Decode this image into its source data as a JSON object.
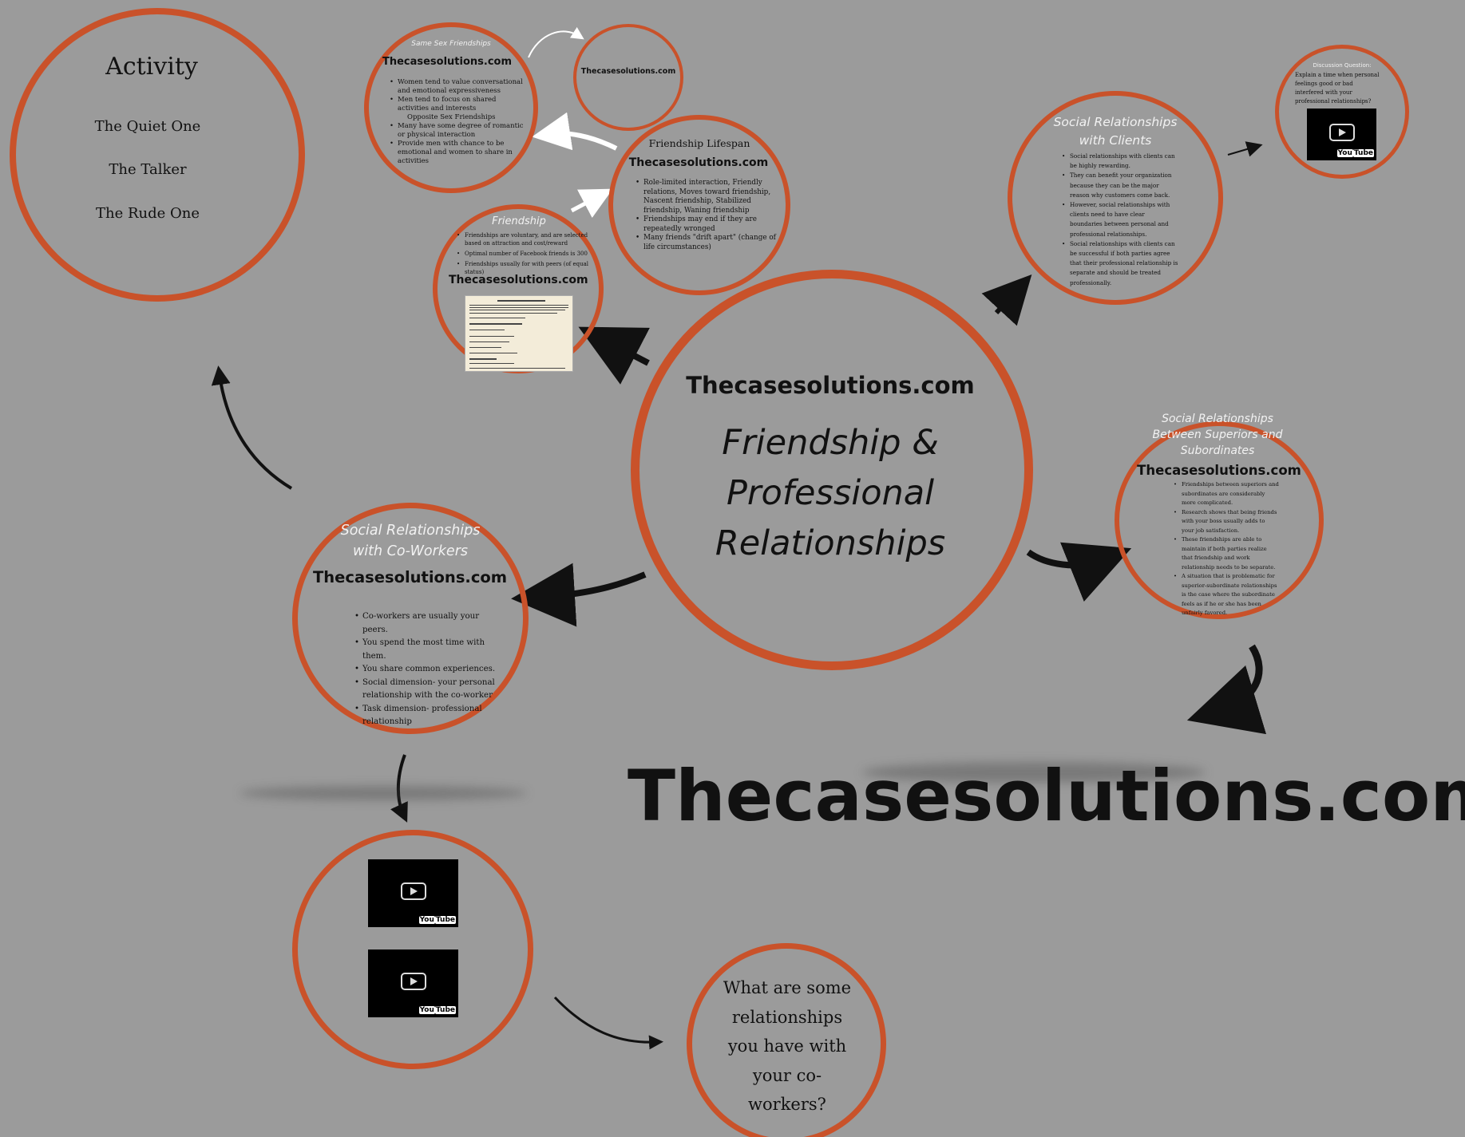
{
  "colors": {
    "background": "#9b9b9b",
    "ring": "#c9522a",
    "arrow_dark": "#111111",
    "arrow_light": "#ffffff"
  },
  "main": {
    "watermark": "Thecasesolutions.com",
    "title_line1": "Friendship &",
    "title_line2": "Professional",
    "title_line3": "Relationships"
  },
  "activity": {
    "title": "Activity",
    "items": [
      "The Quiet One",
      "The Talker",
      "The Rude One"
    ]
  },
  "same_sex": {
    "heading": "Same Sex Friendships",
    "watermark": "Thecasesolutions.com",
    "bullets": [
      "Women tend to value conversational and emotional expressiveness",
      "Men tend to focus on shared activities and interests"
    ],
    "subheading": "Opposite Sex Friendships",
    "bullets2": [
      "Many have some degree of romantic or physical interaction",
      "Provide men with chance to be emotional and women to share in activities"
    ]
  },
  "small_watermark": {
    "text": "Thecasesolutions.com"
  },
  "lifespan": {
    "heading": "Friendship Lifespan",
    "watermark": "Thecasesolutions.com",
    "bullets": [
      "Role-limited interaction, Friendly relations, Moves toward friendship, Nascent friendship, Stabilized friendship, Waning friendship",
      "Friendships may end if they are repeatedly wronged",
      "Many friends \"drift apart\" (change of life circumstances)"
    ]
  },
  "friendship": {
    "heading": "Friendship",
    "bullets": [
      "Friendships are voluntary, and are selected based on attraction and cost/reward",
      "Optimal number of Facebook friends is 300",
      "Friendships usually for with peers (of equal status)"
    ],
    "watermark": "Thecasesolutions.com"
  },
  "clients": {
    "heading_line1": "Social Relationships",
    "heading_line2": "with Clients",
    "bullets": [
      "Social relationships with clients can be highly rewarding.",
      "They can benefit your organization because they can be the major reason why customers come back.",
      "However, social relationships with clients need to have clear boundaries between personal and professional relationships.",
      "Social relationships with clients can be successful if both parties agree that their professional relationship is separate and should be treated professionally."
    ]
  },
  "discussion": {
    "heading": "Discussion Question:",
    "text": "Explain a time when personal feelings good or bad interfered with your professional relationships?"
  },
  "superiors": {
    "heading_line1": "Social Relationships",
    "heading_line2": "Between Superiors and",
    "heading_line3": "Subordinates",
    "watermark": "Thecasesolutions.com",
    "bullets": [
      "Friendships between superiors and subordinates are considerably more complicated.",
      "Research shows that being friends with your boss usually adds to your job satisfaction.",
      "These friendships are able to maintain if both parties realize that friendship and work relationship needs to be separate.",
      "A situation that is problematic for superior-subordinate relationships is the case where the subordinate feels as if he or she has been unfairly favored."
    ]
  },
  "coworkers": {
    "heading_line1": "Social Relationships",
    "heading_line2": "with Co-Workers",
    "watermark": "Thecasesolutions.com",
    "bullets": [
      "Co-workers are usually your peers.",
      "You spend the most time with them.",
      "You share common experiences.",
      "Social dimension- your personal relationship with the co-worker",
      "Task dimension- professional relationship"
    ]
  },
  "big_watermark": {
    "text": "Thecasesolutions.com"
  },
  "question": {
    "line1": "What are some",
    "line2": "relationships",
    "line3": "you have with",
    "line4": "your co-",
    "line5": "workers?"
  },
  "icons": {
    "video": "play-button-icon",
    "youtube": "youtube-logo"
  },
  "video_logo": {
    "left": "You",
    "right": "Tube"
  }
}
